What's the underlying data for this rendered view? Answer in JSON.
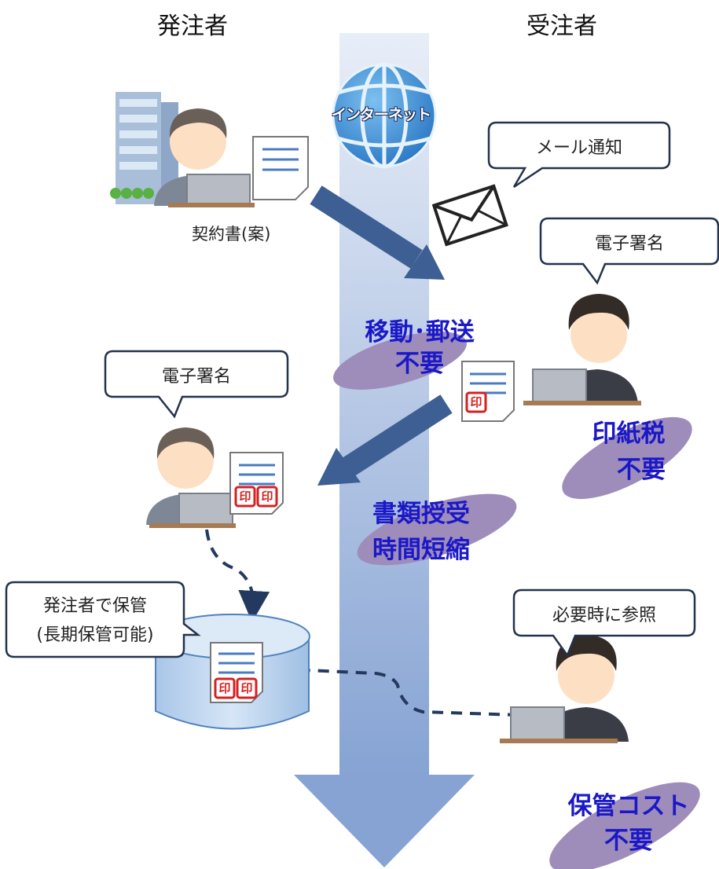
{
  "columns": {
    "orderer": "発注者",
    "contractor": "受注者"
  },
  "internet_label": "インターネット",
  "draft_contract_label": "契約書(案)",
  "speech_bubbles": {
    "mail_notice": "メール通知",
    "contractor_signature": "電子署名",
    "orderer_signature": "電子署名",
    "orderer_storage_line1": "発注者で保管",
    "orderer_storage_line2": "(長期保管可能)",
    "reference_when_needed": "必要時に参照"
  },
  "benefits": {
    "no_travel_line1": "移動･郵送",
    "no_travel_line2": "不要",
    "no_stamp_tax_line1": "印紙税",
    "no_stamp_tax_line2": "不要",
    "exchange_time_line1": "書類授受",
    "exchange_time_line2": "時間短縮",
    "no_storage_cost_line1": "保管コスト",
    "no_storage_cost_line2": "不要"
  },
  "seal_char": "印",
  "colors": {
    "main_arrow": "#3d5f93",
    "flow_top": "#dde6f3",
    "flow_bottom": "#8eaad6",
    "benefit_blob": "#9e8cbb",
    "benefit_text": "#1a18c7",
    "seal": "#d42020",
    "cylinder": "#bcd5ef",
    "globe": "#3d8fd6"
  }
}
